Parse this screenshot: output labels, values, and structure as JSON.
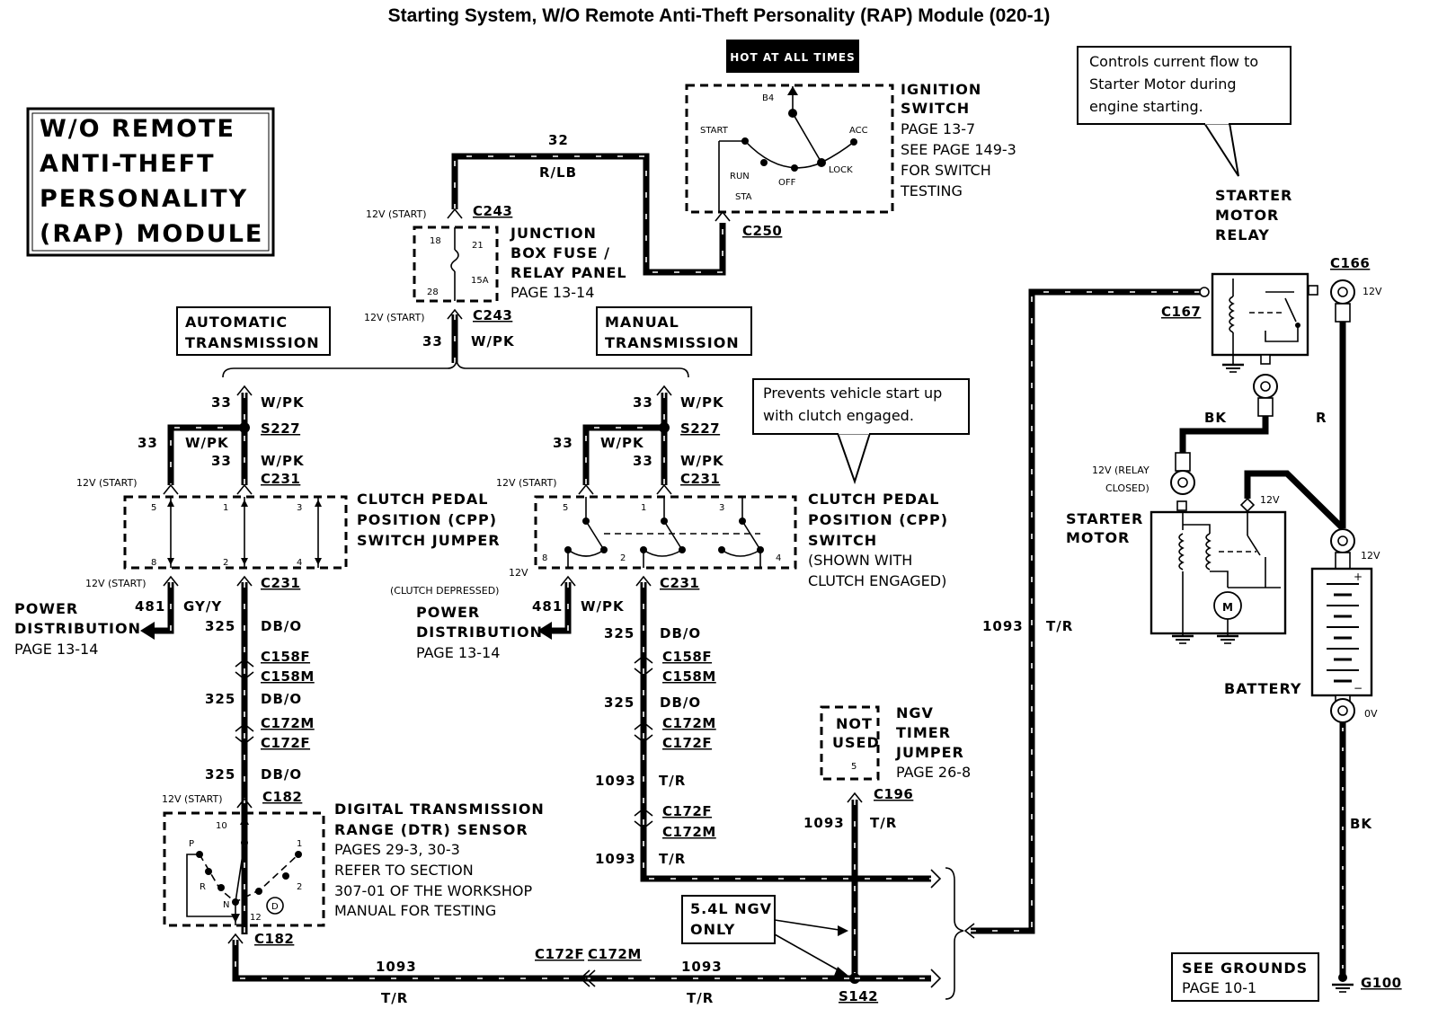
{
  "title": "Starting System, W/O Remote Anti-Theft Personality (RAP) Module (020-1)",
  "legend_box": [
    "W/O REMOTE",
    "ANTI-THEFT",
    "PERSONALITY",
    "(RAP) MODULE"
  ],
  "hot_at_all_times": "HOT AT ALL TIMES",
  "ignition": {
    "label": [
      "IGNITION",
      "SWITCH"
    ],
    "info": [
      "PAGE 13-7",
      "SEE PAGE 149-3",
      "FOR SWITCH",
      "TESTING"
    ],
    "positions": {
      "b4": "B4",
      "start": "START",
      "acc": "ACC",
      "run": "RUN",
      "off": "OFF",
      "lock": "LOCK",
      "sta": "STA"
    },
    "connector": "C250"
  },
  "wire_32": {
    "num": "32",
    "color": "R/LB"
  },
  "junction": {
    "label": [
      "JUNCTION",
      "BOX FUSE /",
      "RELAY PANEL"
    ],
    "page": "PAGE 13-14",
    "c243": "C243",
    "pins": {
      "p18": "18",
      "p21": "21",
      "p28": "28",
      "fuse": "15A"
    },
    "v_top": "12V (START)",
    "v_bottom": "12V (START)"
  },
  "wire_33": {
    "num": "33",
    "color": "W/PK"
  },
  "auto_trans": [
    "AUTOMATIC",
    "TRANSMISSION"
  ],
  "manual_trans": [
    "MANUAL",
    "TRANSMISSION"
  ],
  "s227": "S227",
  "c231": "C231",
  "v_start": "12V (START)",
  "v_12": "12V",
  "clutch_depressed": "(CLUTCH DEPRESSED)",
  "cpp_jumper": [
    "CLUTCH PEDAL",
    "POSITION (CPP)",
    "SWITCH JUMPER"
  ],
  "cpp_switch": [
    "CLUTCH PEDAL",
    "POSITION (CPP)",
    "SWITCH"
  ],
  "cpp_switch_note": [
    "(SHOWN WITH",
    "CLUTCH ENGAGED)"
  ],
  "cpp_pins": {
    "p5": "5",
    "p1": "1",
    "p3": "3",
    "p8": "8",
    "p2": "2",
    "p4": "4"
  },
  "prevent_callout": [
    "Prevents vehicle start up",
    "with clutch engaged."
  ],
  "controls_callout": [
    "Controls current flow  to",
    "Starter Motor during",
    "engine starting."
  ],
  "power_dist": [
    "POWER",
    "DISTRIBUTION"
  ],
  "power_dist_page": "PAGE 13-14",
  "wire_481_auto": {
    "num": "481",
    "color": "GY/Y"
  },
  "wire_481_man": {
    "num": "481",
    "color": "W/PK"
  },
  "wire_325": {
    "num": "325",
    "color": "DB/O"
  },
  "wire_1093": {
    "num": "1093",
    "color": "T/R"
  },
  "connectors": {
    "c158f": "C158F",
    "c158m": "C158M",
    "c172m": "C172M",
    "c172f": "C172F",
    "c182": "C182",
    "c196": "C196",
    "s142": "S142",
    "c166": "C166",
    "c167": "C167",
    "g100": "G100"
  },
  "dtr": {
    "label": [
      "DIGITAL TRANSMISSION",
      "RANGE (DTR) SENSOR"
    ],
    "info": [
      "PAGES 29-3, 30-3",
      "REFER TO SECTION",
      "307-01 OF THE WORKSHOP",
      "MANUAL FOR TESTING"
    ],
    "pins": {
      "p10": "10",
      "p12": "12",
      "P": "P",
      "R": "R",
      "N": "N",
      "D": "D",
      "one": "1",
      "two": "2"
    }
  },
  "ngv": {
    "label": [
      "NGV",
      "TIMER",
      "JUMPER"
    ],
    "page": "PAGE 26-8",
    "not_used": [
      "NOT",
      "USED"
    ],
    "pin": "5"
  },
  "ngv_only": [
    "5.4L NGV",
    "ONLY"
  ],
  "relay_label": [
    "STARTER",
    "MOTOR",
    "RELAY"
  ],
  "starter_label": [
    "STARTER",
    "MOTOR"
  ],
  "relay_closed": [
    "12V (RELAY",
    "CLOSED)"
  ],
  "motor_symbol": "M",
  "battery_label": "BATTERY",
  "battery_plus": "+",
  "battery_minus": "−",
  "v_0": "0V",
  "wire_bk": "BK",
  "wire_r": "R",
  "see_grounds": [
    "SEE GROUNDS",
    "PAGE 10-1"
  ]
}
